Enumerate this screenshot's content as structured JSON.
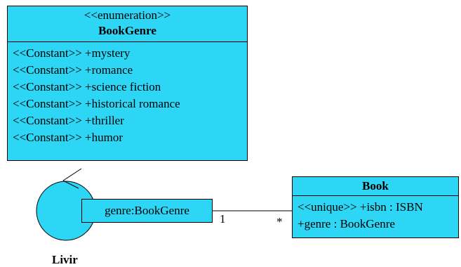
{
  "enumeration": {
    "stereotype": "<<enumeration>>",
    "name": "BookGenre",
    "literals": [
      "<<Constant>> +mystery",
      "<<Constant>> +romance",
      "<<Constant>> +science fiction",
      "<<Constant>> +historical romance",
      "<<Constant>> +thriller",
      "<<Constant>> +humor"
    ]
  },
  "book_class": {
    "name": "Book",
    "attributes": [
      "<<unique>> +isbn : ISBN",
      "+genre : BookGenre"
    ]
  },
  "actor": {
    "name": "Livir",
    "attribute": "genre:BookGenre"
  },
  "association": {
    "source_multiplicity": "1",
    "target_multiplicity": "*"
  },
  "colors": {
    "fill": "#2ed6f6",
    "stroke": "#000000"
  }
}
